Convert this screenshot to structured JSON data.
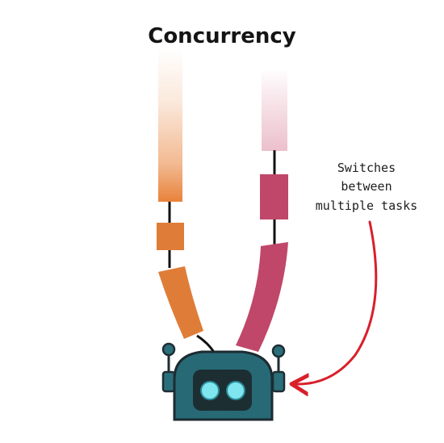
{
  "title": "Concurrency",
  "annotation": {
    "lines": [
      "Switches",
      "between",
      "multiple tasks"
    ]
  },
  "colors": {
    "task_a": "#e8823a",
    "task_b": "#c84a6e",
    "robot_body": "#2a6e7a",
    "robot_dark": "#1d2e33",
    "robot_eyes": "#7fe6f0",
    "arrow": "#d81f2a",
    "thread": "#111111",
    "text": "#141414"
  },
  "icons": {
    "robot": "robot-icon",
    "arrow": "curved-arrow-icon"
  }
}
